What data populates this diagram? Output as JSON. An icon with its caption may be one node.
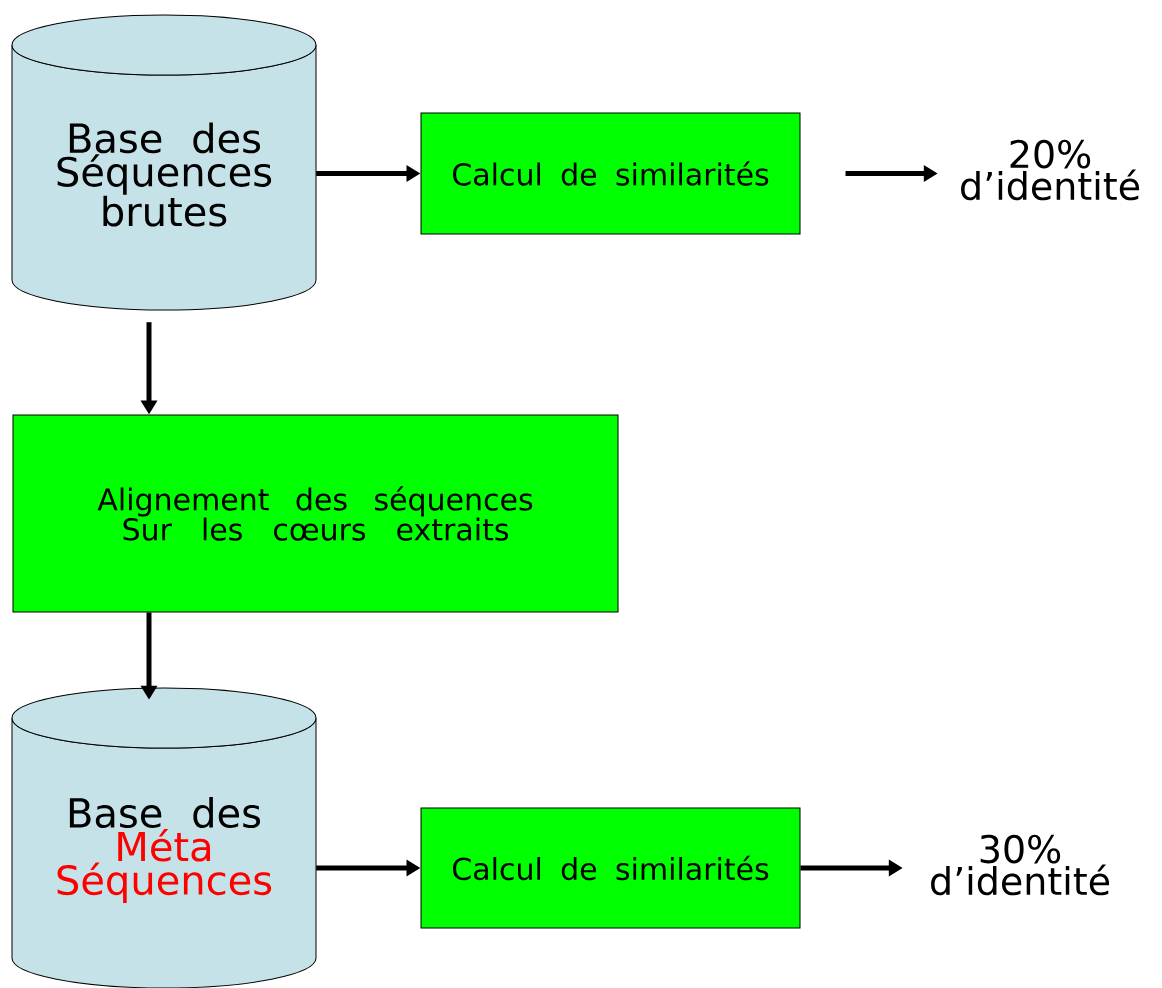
{
  "diagram": {
    "nodes": [
      {
        "text": [
          "Base des Séquences brutes"
        ]
      },
      {
        "text": [
          "Calcul de similarités"
        ]
      },
      {
        "text": [
          "20% d’identité"
        ]
      },
      {
        "text": [
          "Alignement des séquences Sur les cœurs extraits"
        ]
      },
      {
        "text": [
          "Base des",
          "Méta Séquences"
        ]
      },
      {
        "text": [
          "Calcul de similarités"
        ]
      },
      {
        "text": [
          "30% d’identité"
        ]
      }
    ],
    "edges": [
      {
        "from": 0,
        "to": 1,
        "arrow": "to"
      },
      {
        "from": 1,
        "to": 2,
        "arrow": "to"
      },
      {
        "from": 0,
        "to": 3,
        "arrow": "to"
      },
      {
        "from": 3,
        "to": 4,
        "arrow": "to"
      },
      {
        "from": 4,
        "to": 5,
        "arrow": "to"
      },
      {
        "from": 5,
        "to": 6,
        "arrow": "to"
      }
    ]
  }
}
